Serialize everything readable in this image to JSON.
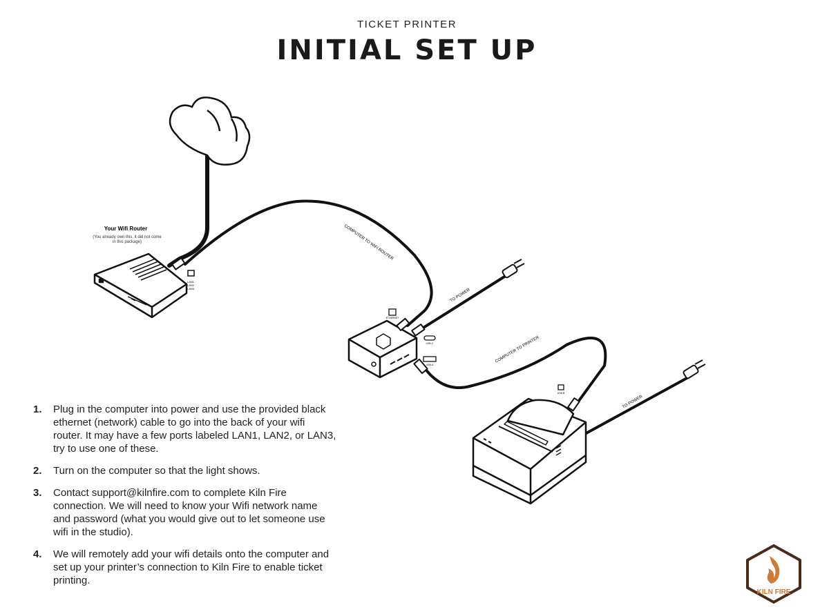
{
  "header": {
    "subtitle": "TICKET PRINTER",
    "title": "INITIAL SET UP"
  },
  "diagram": {
    "router_title": "Your Wifi Router",
    "router_note_1": "(You already own this, it did not come",
    "router_note_2": "in this package)",
    "router_ports": [
      "LAN1",
      "LAN2",
      "LAN3"
    ],
    "cable_computer_router": "COMPUTER TO WIFI ROUTER",
    "cable_power_1": "TO POWER",
    "cable_computer_printer": "COMPUTER TO PRINTER",
    "cable_power_2": "TO POWER",
    "port_ethernet": "ETHERNET",
    "port_usbc": "USB-C",
    "port_usba": "USB-A",
    "port_usbb": "USB B"
  },
  "steps": [
    {
      "num": "1.",
      "text": "Plug in the computer into power and use the provided black ethernet (network) cable to go into the back of your wifi router. It may have a few ports labeled LAN1, LAN2, or LAN3, try to use one of these."
    },
    {
      "num": "2.",
      "text": "Turn on the computer so that the light shows."
    },
    {
      "num": "3.",
      "text": "Contact support@kilnfire.com to complete Kiln Fire connection. We will need to know your Wifi network name and password (what you would give out to let someone use wifi in the studio)."
    },
    {
      "num": "4.",
      "text": "We will remotely add your wifi details onto the computer and set up your printer’s connection to Kiln Fire to enable ticket printing."
    }
  ],
  "logo": {
    "text": "KILN FIRE",
    "colors": {
      "border": "#4a2a1a",
      "flame": "#d07a35"
    }
  }
}
